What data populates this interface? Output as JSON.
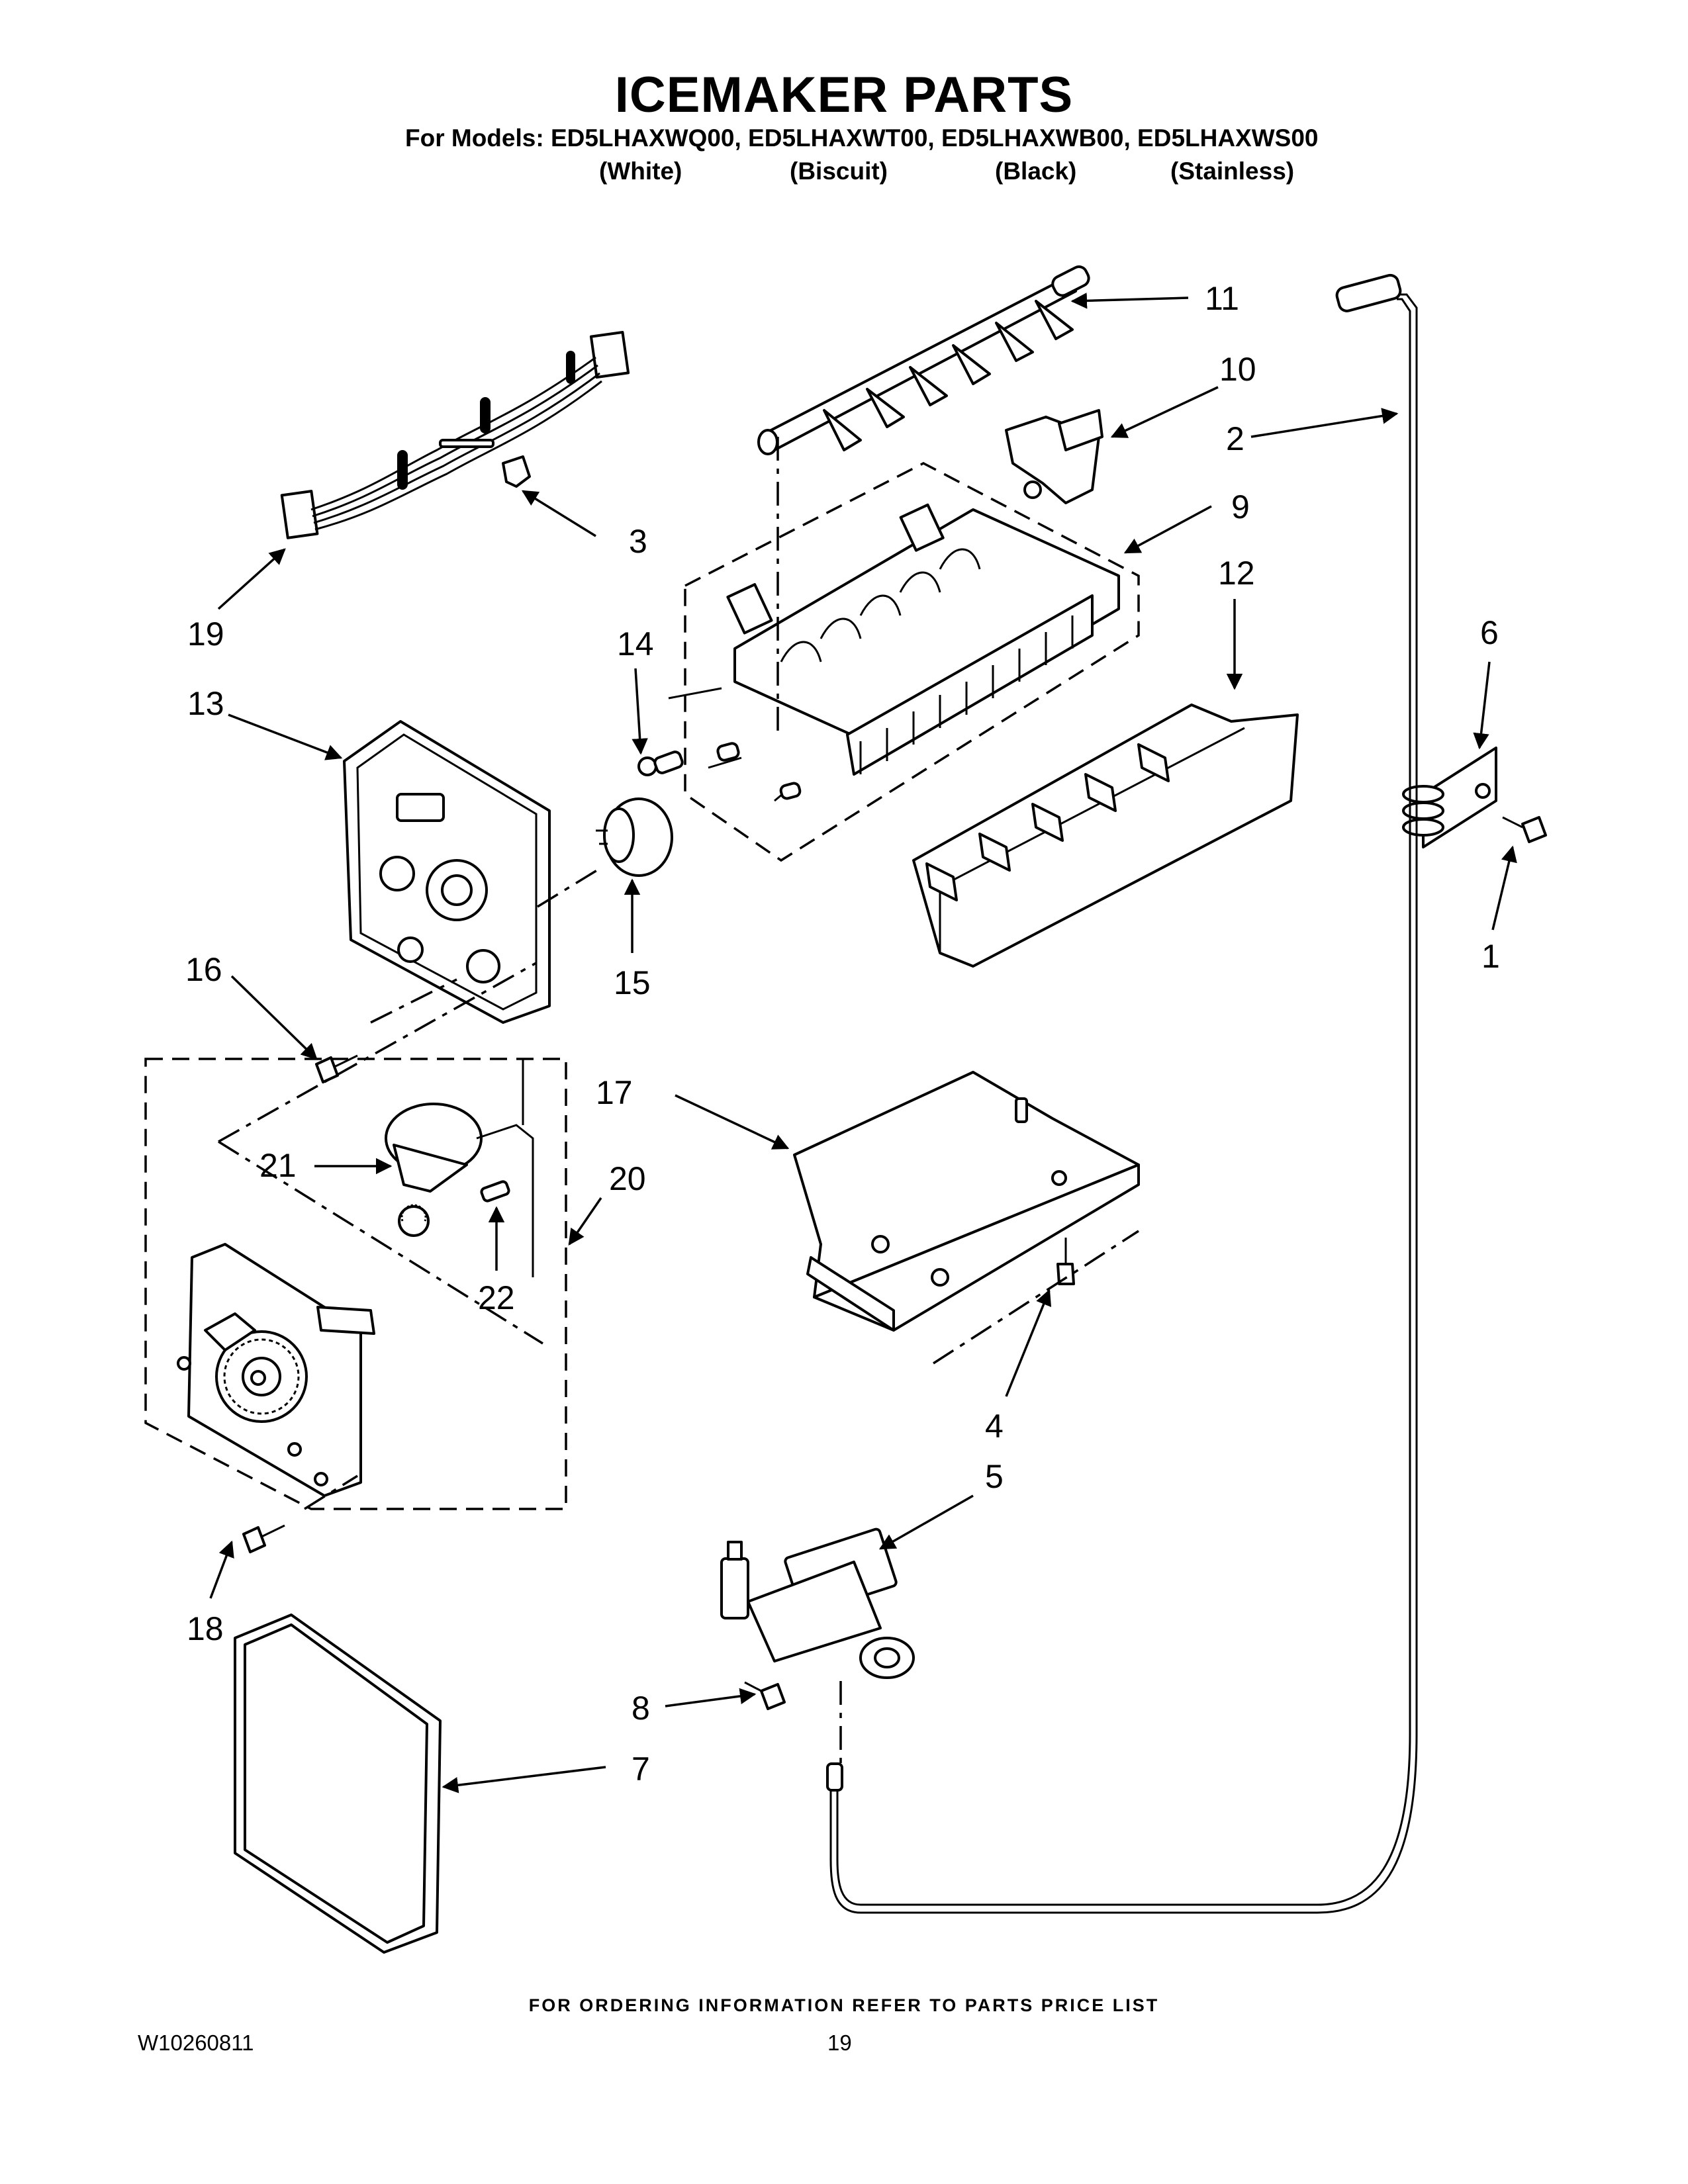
{
  "title": "ICEMAKER PARTS",
  "models_line": "For Models: ED5LHAXWQ00, ED5LHAXWT00, ED5LHAXWB00, ED5LHAXWS00",
  "colors": [
    "(White)",
    "(Biscuit)",
    "(Black)",
    "(Stainless)"
  ],
  "callouts": [
    "1",
    "2",
    "3",
    "4",
    "5",
    "6",
    "7",
    "8",
    "9",
    "10",
    "11",
    "12",
    "13",
    "14",
    "15",
    "16",
    "17",
    "18",
    "19",
    "20",
    "21",
    "22"
  ],
  "footer_note": "FOR ORDERING INFORMATION REFER TO PARTS PRICE LIST",
  "document_number": "W10260811",
  "page_number": "19"
}
